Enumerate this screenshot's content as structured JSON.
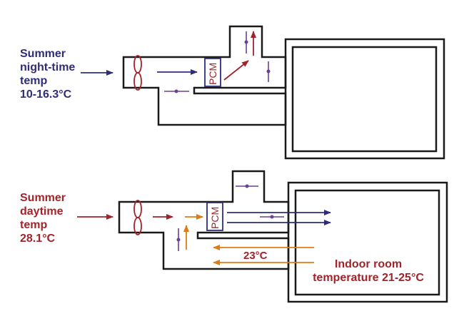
{
  "night": {
    "title": "Summer night-time temp",
    "line1": "Summer",
    "line2": "night-time",
    "line3": "temp",
    "range": "10-16.3°C",
    "pcm": "PCM"
  },
  "day": {
    "line1": "Summer",
    "line2": "daytime",
    "line3": "temp",
    "value": "28.1°C",
    "pcm": "PCM",
    "return_temp": "23°C",
    "room_line1": "Indoor room",
    "room_line2": "temperature 21-25°C"
  },
  "colors": {
    "duct": "#1a1a1a",
    "navy": "#2e2d7a",
    "red": "#a3232a",
    "orange": "#e07b12",
    "purple": "#6a3f94"
  }
}
